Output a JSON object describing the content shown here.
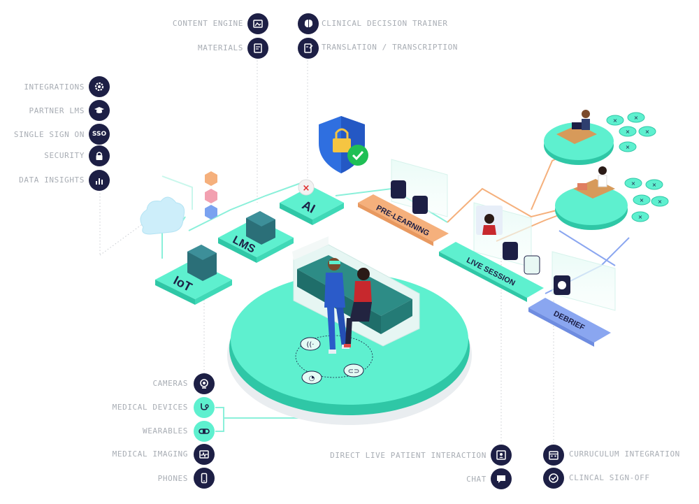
{
  "top_left_labels": [
    {
      "text": "CONTENT ENGINE",
      "icon": "content-engine-icon"
    },
    {
      "text": "MATERIALS",
      "icon": "materials-icon"
    }
  ],
  "top_right_labels": [
    {
      "text": "CLINICAL DECISION TRAINER",
      "icon": "brain-icon"
    },
    {
      "text": "TRANSLATION / TRANSCRIPTION",
      "icon": "transcription-icon"
    }
  ],
  "left_labels": [
    {
      "text": "INTEGRATIONS",
      "icon": "gear-icon"
    },
    {
      "text": "PARTNER LMS",
      "icon": "graduation-cap-icon"
    },
    {
      "text": "SINGLE SIGN ON",
      "icon": "sso-icon",
      "icon_text": "SSO"
    },
    {
      "text": "SECURITY",
      "icon": "lock-icon"
    },
    {
      "text": "DATA INSIGHTS",
      "icon": "bar-chart-icon"
    }
  ],
  "bottom_left_labels": [
    {
      "text": "CAMERAS",
      "icon": "camera-icon"
    },
    {
      "text": "MEDICAL DEVICES",
      "icon": "stethoscope-icon"
    },
    {
      "text": "WEARABLES",
      "icon": "wearable-icon"
    },
    {
      "text": "MEDICAL IMAGING",
      "icon": "imaging-icon"
    },
    {
      "text": "PHONES",
      "icon": "phone-icon"
    }
  ],
  "bottom_mid_labels": [
    {
      "text": "DIRECT LIVE PATIENT INTERACTION",
      "icon": "patient-interaction-icon"
    },
    {
      "text": "CHAT",
      "icon": "chat-icon"
    }
  ],
  "bottom_right_labels": [
    {
      "text": "CURRUCULUM INTEGRATION",
      "icon": "calendar-icon"
    },
    {
      "text": "CLINCAL SIGN-OFF",
      "icon": "check-circle-icon"
    }
  ],
  "platforms": {
    "iot": "IoT",
    "lms": "LMS",
    "ai": "AI"
  },
  "stages": {
    "pre_learning": "PRE-LEARNING",
    "live_session": "LIVE SESSION",
    "debrief": "DEBRIEF"
  },
  "colors": {
    "navy": "#1d1f45",
    "teal": "#5ef0cf",
    "teal_dark": "#2fc7a6",
    "teal_side": "#3fd9b7",
    "orange": "#f5b07c",
    "blue": "#8aa6f0",
    "label_gray": "#a8adb4",
    "shield_blue": "#2f6fe0",
    "lock_yellow": "#f5c542",
    "check_green": "#1fbf55"
  }
}
